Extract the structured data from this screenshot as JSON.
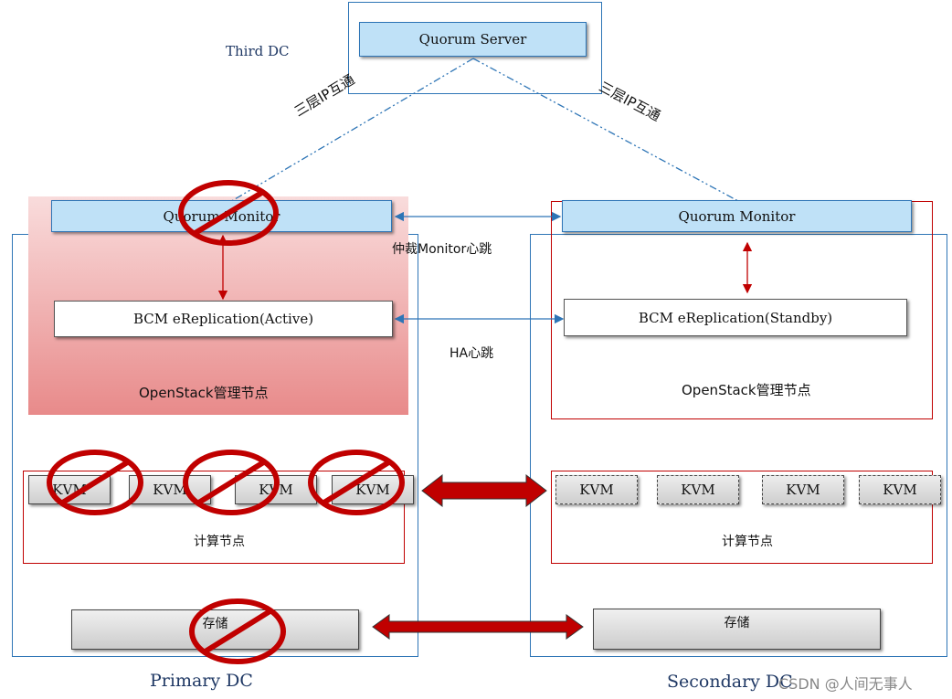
{
  "third_dc": {
    "label": "Third DC",
    "quorum_server": "Quorum Server"
  },
  "link_labels": {
    "left_l3": "三层IP互通",
    "right_l3": "三层IP互通",
    "monitor_heartbeat": "仲裁Monitor心跳",
    "ha_heartbeat": "HA心跳"
  },
  "primary": {
    "name": "Primary DC",
    "quorum_monitor": "Quorum Monitor",
    "bcm": "BCM eReplication(Active)",
    "openstack": "OpenStack管理节点",
    "compute_label": "计算节点",
    "kvms": [
      "KVM",
      "KVM",
      "KVM",
      "KVM"
    ],
    "storage": "存储"
  },
  "secondary": {
    "name": "Secondary DC",
    "quorum_monitor": "Quorum Monitor",
    "bcm": "BCM eReplication(Standby)",
    "openstack": "OpenStack管理节点",
    "compute_label": "计算节点",
    "kvms": [
      "KVM",
      "KVM",
      "KVM",
      "KVM"
    ],
    "storage": "存储"
  },
  "watermark": "CSDN @人间无事人",
  "colors": {
    "blue_border": "#2e75b6",
    "blue_fill": "#bfe1f7",
    "red": "#c00000",
    "failure_mark": "#c00000"
  }
}
